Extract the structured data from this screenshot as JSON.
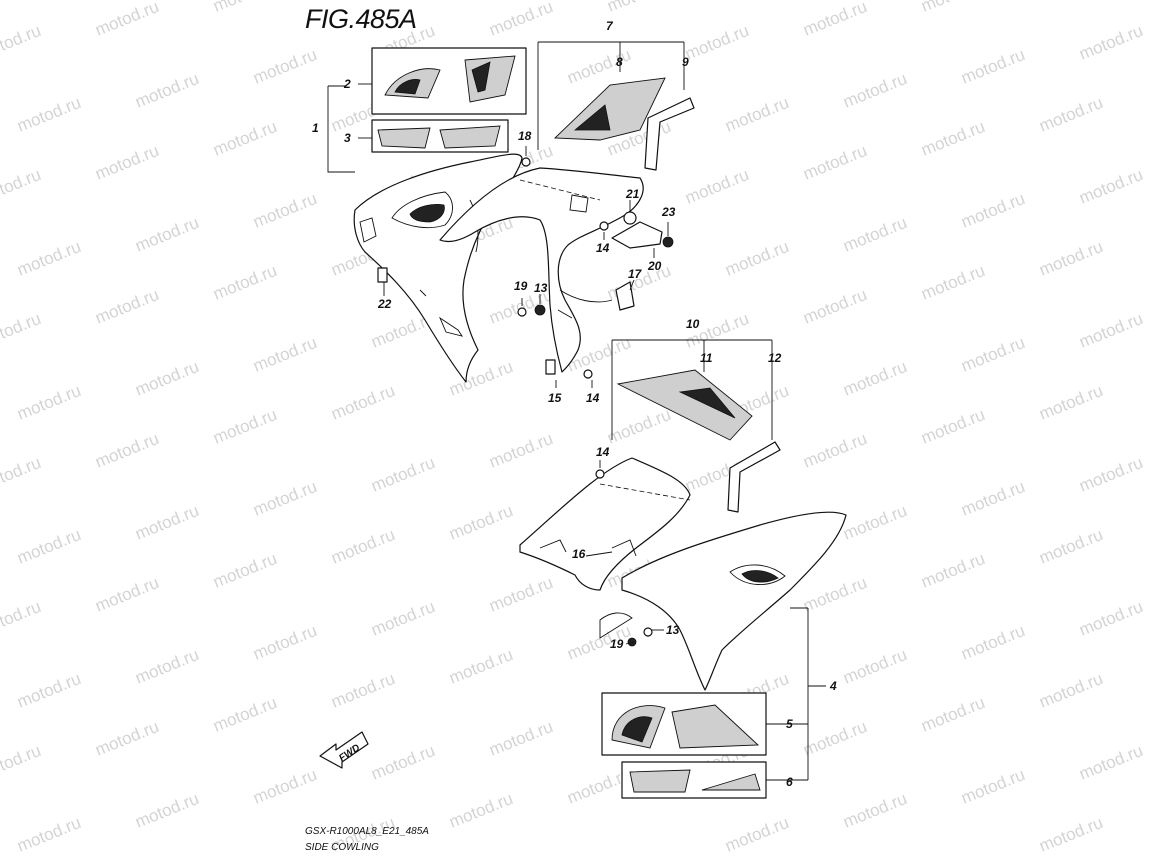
{
  "figure": {
    "title": "FIG.485A",
    "model_code": "GSX-R1000AL8_E21_485A",
    "section_name": "SIDE COWLING",
    "direction_label": "FWD"
  },
  "watermark": "motod.ru",
  "callouts": [
    "1",
    "2",
    "3",
    "4",
    "5",
    "6",
    "7",
    "8",
    "9",
    "10",
    "11",
    "12",
    "13",
    "13",
    "14",
    "14",
    "14",
    "15",
    "16",
    "17",
    "18",
    "19",
    "19",
    "20",
    "21",
    "22",
    "23"
  ]
}
